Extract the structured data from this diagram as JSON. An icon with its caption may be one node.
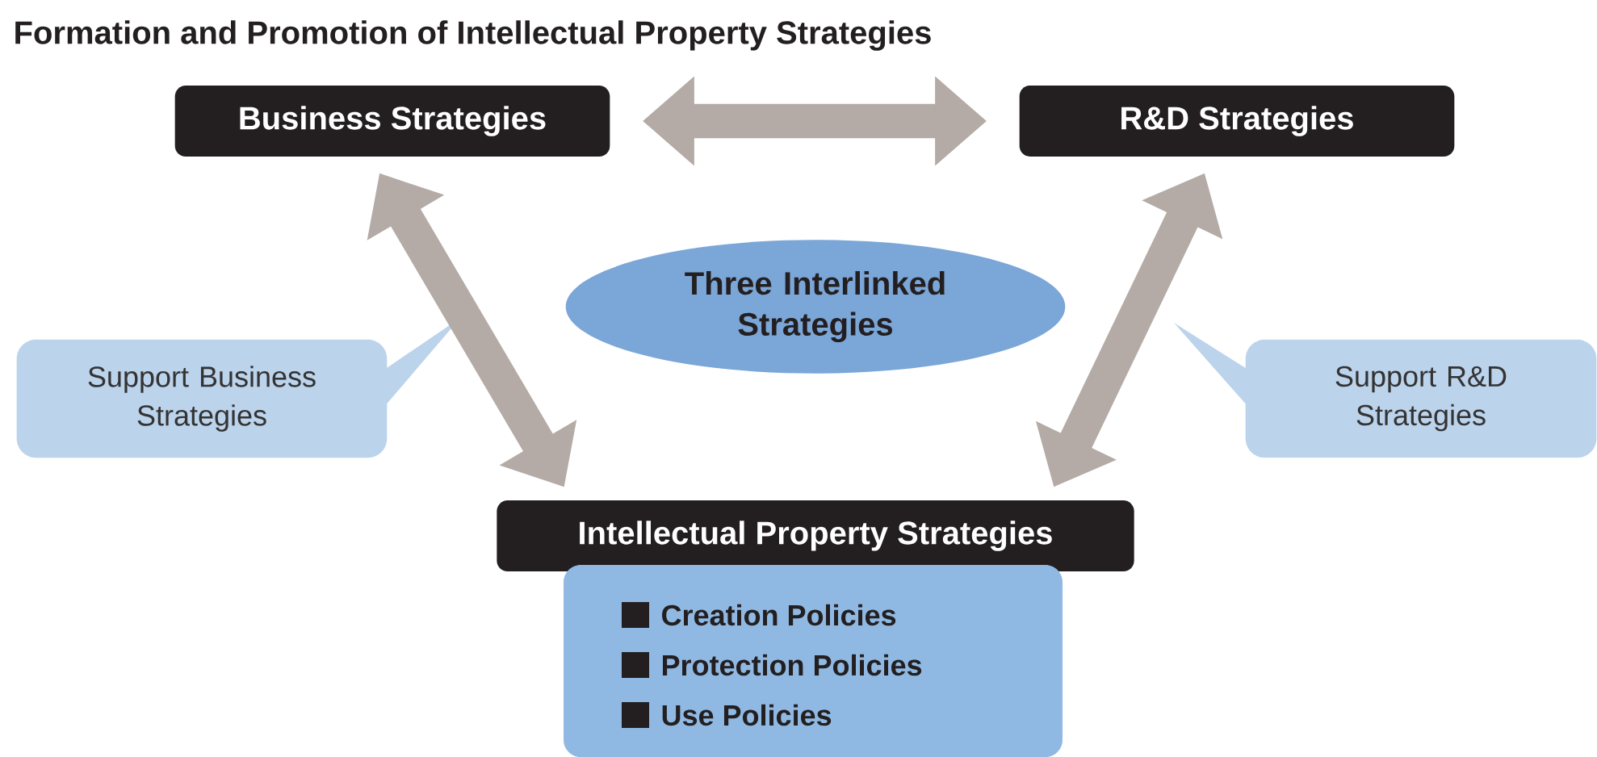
{
  "diagram": {
    "title": "Formation and Promotion of Intellectual Property Strategies",
    "nodes": [
      {
        "text": [
          "Business Strategies"
        ]
      },
      {
        "text": [
          "R&D Strategies"
        ]
      },
      {
        "text": [
          "Three Interlinked Strategies"
        ]
      },
      {
        "text": [
          "Support Business Strategies"
        ]
      },
      {
        "text": [
          "Support R&D Strategies"
        ]
      },
      {
        "text": [
          "Intellectual Property Strategies"
        ]
      },
      {
        "text": [
          "Creation Policies",
          "Protection Policies",
          "Use Policies"
        ]
      }
    ],
    "edges": [
      {
        "from": 0,
        "to": 1,
        "arrow": "both"
      },
      {
        "from": 0,
        "to": 5,
        "arrow": "both"
      },
      {
        "from": 1,
        "to": 5,
        "arrow": "both"
      }
    ]
  }
}
